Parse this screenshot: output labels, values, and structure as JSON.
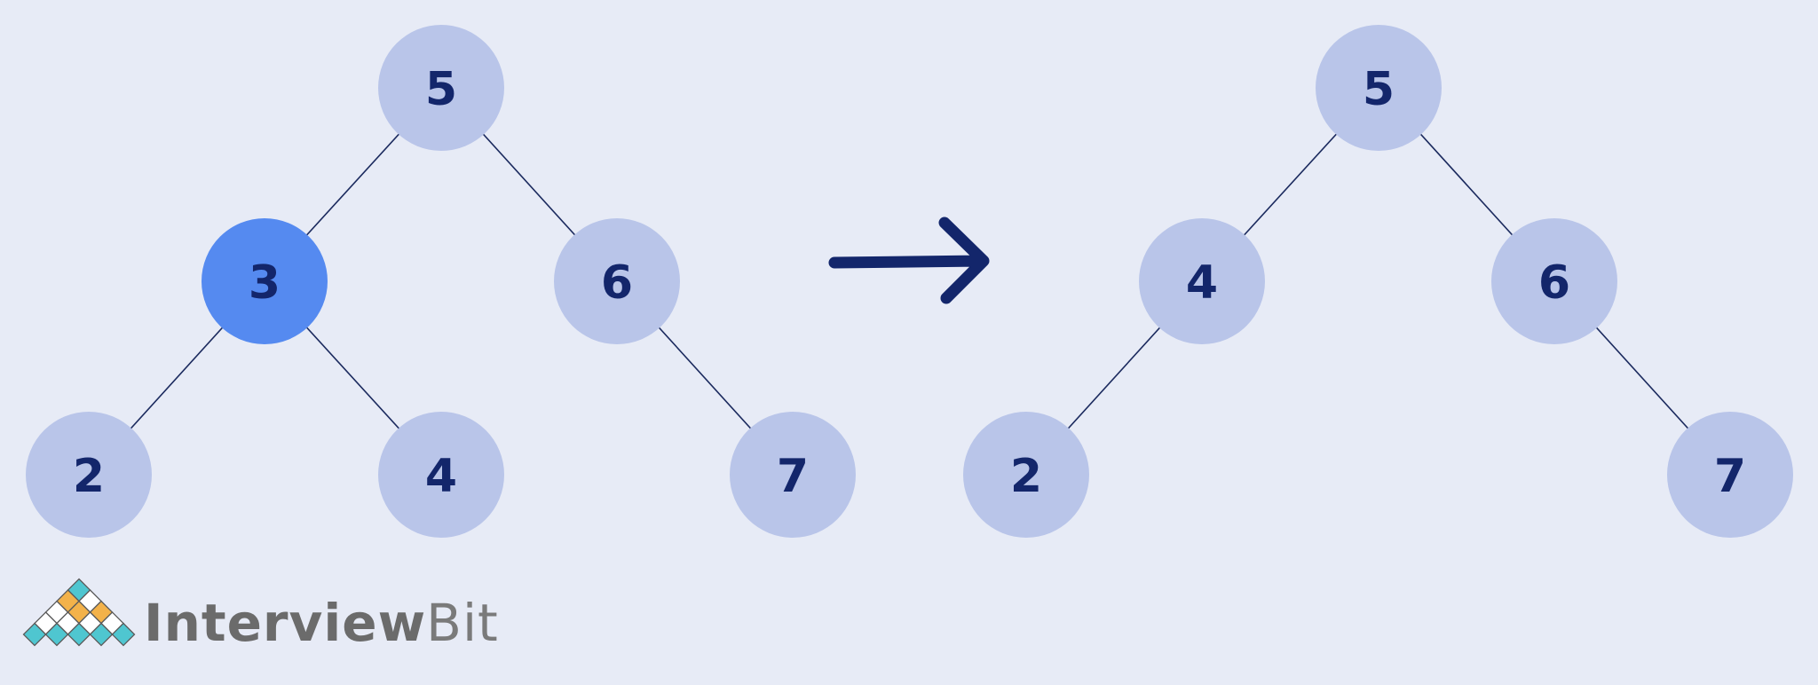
{
  "before_tree": {
    "nodes": [
      {
        "id": "b5",
        "label": "5",
        "highlight": false
      },
      {
        "id": "b3",
        "label": "3",
        "highlight": true
      },
      {
        "id": "b6",
        "label": "6",
        "highlight": false
      },
      {
        "id": "b2",
        "label": "2",
        "highlight": false
      },
      {
        "id": "b4",
        "label": "4",
        "highlight": false
      },
      {
        "id": "b7",
        "label": "7",
        "highlight": false
      }
    ],
    "edges": [
      [
        "b5",
        "b3"
      ],
      [
        "b5",
        "b6"
      ],
      [
        "b3",
        "b2"
      ],
      [
        "b3",
        "b4"
      ],
      [
        "b6",
        "b7"
      ]
    ]
  },
  "after_tree": {
    "nodes": [
      {
        "id": "a5",
        "label": "5",
        "highlight": false
      },
      {
        "id": "a4",
        "label": "4",
        "highlight": false
      },
      {
        "id": "a6",
        "label": "6",
        "highlight": false
      },
      {
        "id": "a2",
        "label": "2",
        "highlight": false
      },
      {
        "id": "a7",
        "label": "7",
        "highlight": false
      }
    ],
    "edges": [
      [
        "a5",
        "a4"
      ],
      [
        "a5",
        "a6"
      ],
      [
        "a4",
        "a2"
      ],
      [
        "a6",
        "a7"
      ]
    ]
  },
  "colors": {
    "background": "#e7ebf6",
    "node": "#b9c5e9",
    "highlight_node": "#558af0",
    "label": "#13266b",
    "edge": "#1b2a5e"
  },
  "logo": {
    "brand_primary": "Interview",
    "brand_secondary": "Bit"
  }
}
